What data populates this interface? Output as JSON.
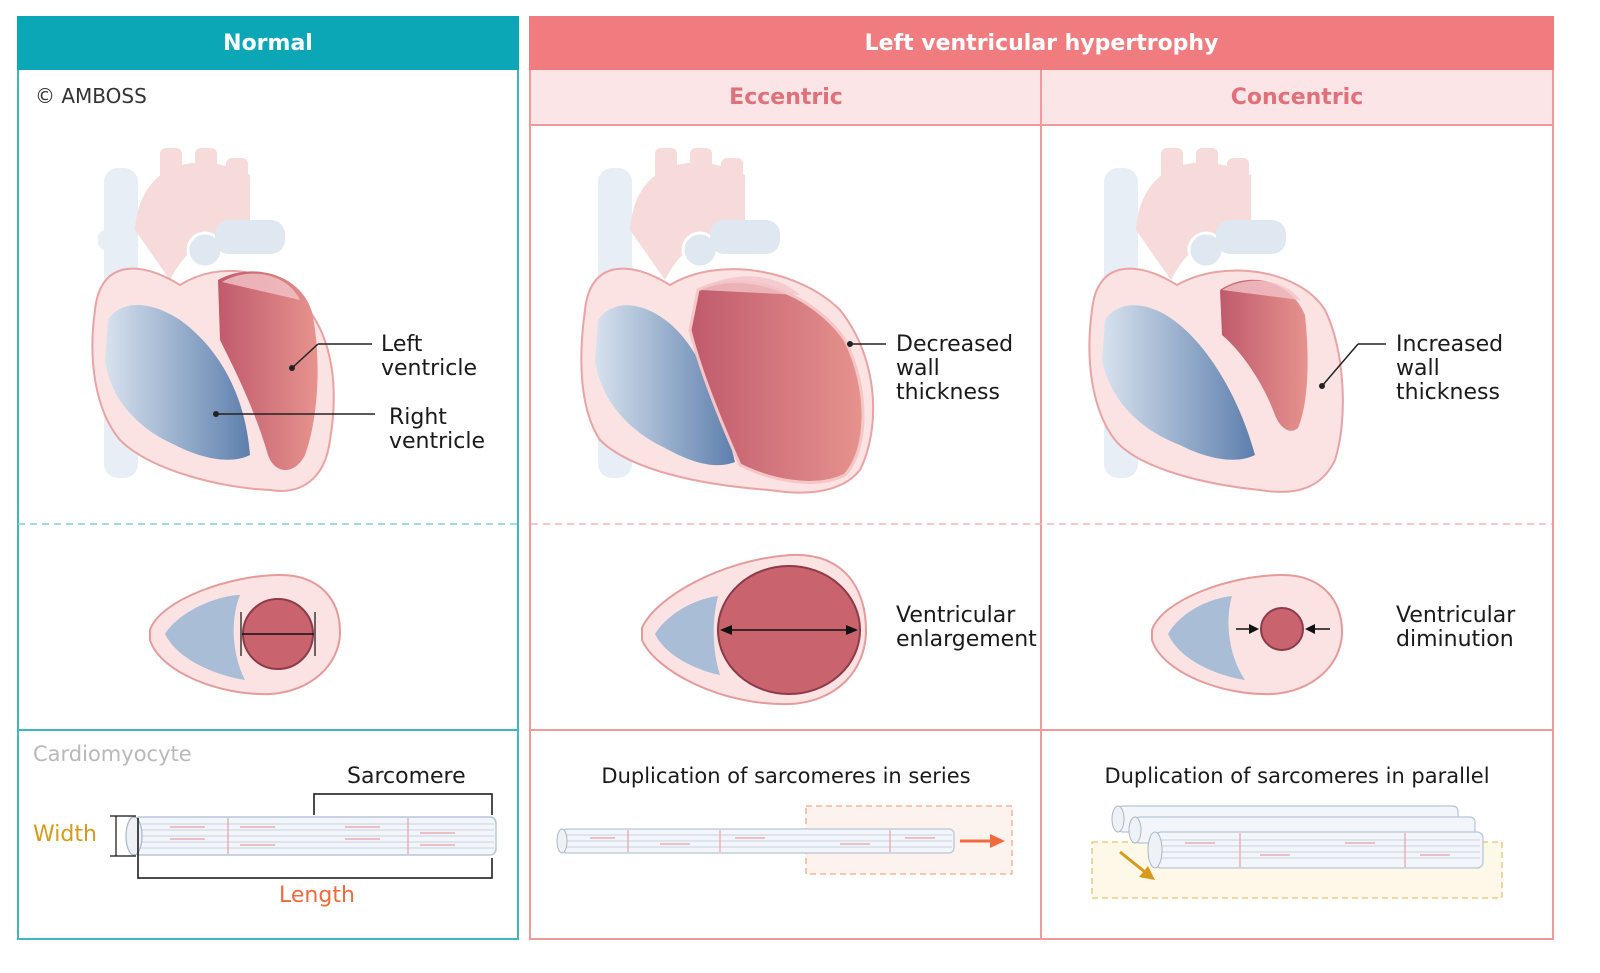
{
  "headers": {
    "normal": "Normal",
    "lvh": "Left ventricular hypertrophy",
    "eccentric": "Eccentric",
    "concentric": "Concentric"
  },
  "copyright": "© AMBOSS",
  "normal": {
    "label_left_ventricle": "Left\nventricle",
    "label_right_ventricle": "Right\nventricle",
    "cardiomyocyte": "Cardiomyocyte",
    "sarcomere": "Sarcomere",
    "width": "Width",
    "length": "Length"
  },
  "eccentric": {
    "wall_label": "Decreased\nwall\nthickness",
    "cross_section_label": "Ventricular\nenlargement",
    "duplication_caption": "Duplication of sarcomeres in series"
  },
  "concentric": {
    "wall_label": "Increased\nwall\nthickness",
    "cross_section_label": "Ventricular\ndiminution",
    "duplication_caption": "Duplication of sarcomeres in parallel"
  },
  "colors": {
    "teal": "#0ba7b6",
    "coral": "#f07c7f",
    "pale_pink": "#fbe5e6",
    "orange_label": "#ef6a3c",
    "gold_label": "#d79a1a"
  }
}
